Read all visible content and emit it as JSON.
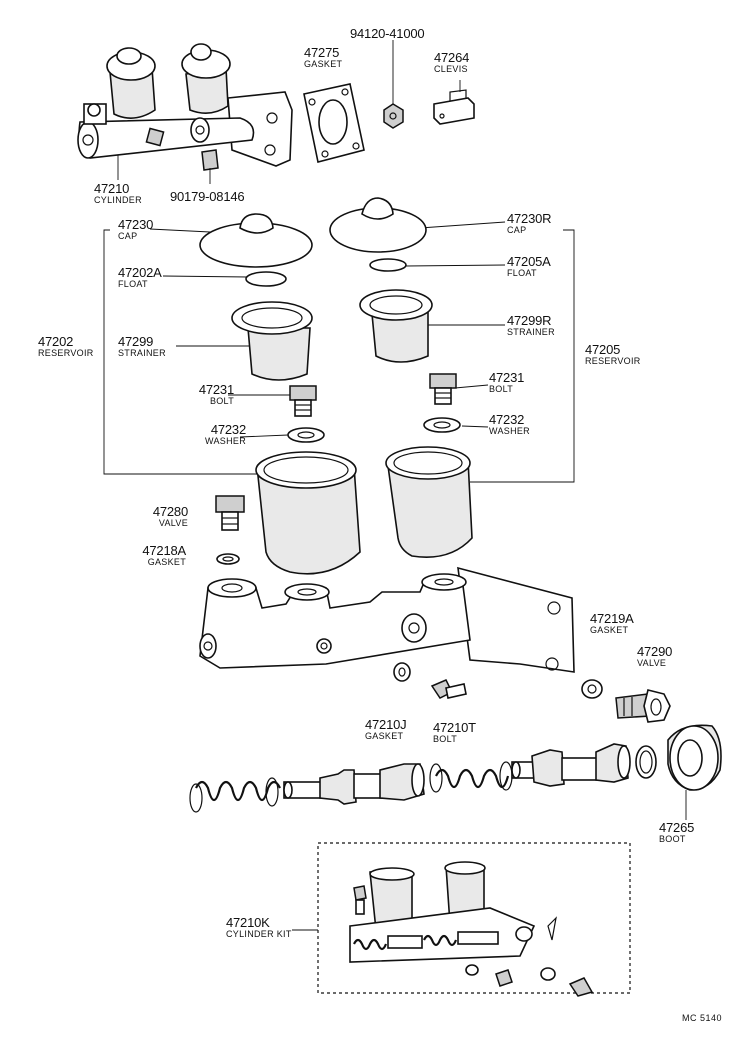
{
  "parts": {
    "p94120": {
      "number": "94120-41000",
      "name": ""
    },
    "p47275": {
      "number": "47275",
      "name": "GASKET"
    },
    "p47264": {
      "number": "47264",
      "name": "CLEVIS"
    },
    "p47210": {
      "number": "47210",
      "name": "CYLINDER"
    },
    "p90179": {
      "number": "90179-08146",
      "name": ""
    },
    "p47230": {
      "number": "47230",
      "name": "CAP"
    },
    "p47230R": {
      "number": "47230R",
      "name": "CAP"
    },
    "p47202A": {
      "number": "47202A",
      "name": "FLOAT"
    },
    "p47205A": {
      "number": "47205A",
      "name": "FLOAT"
    },
    "p47202": {
      "number": "47202",
      "name": "RESERVOIR"
    },
    "p47299": {
      "number": "47299",
      "name": "STRAINER"
    },
    "p47299R": {
      "number": "47299R",
      "name": "STRAINER"
    },
    "p47205": {
      "number": "47205",
      "name": "RESERVOIR"
    },
    "p47231L": {
      "number": "47231",
      "name": "BOLT"
    },
    "p47231R": {
      "number": "47231",
      "name": "BOLT"
    },
    "p47232L": {
      "number": "47232",
      "name": "WASHER"
    },
    "p47232R": {
      "number": "47232",
      "name": "WASHER"
    },
    "p47280": {
      "number": "47280",
      "name": "VALVE"
    },
    "p47218A": {
      "number": "47218A",
      "name": "GASKET"
    },
    "p47219A": {
      "number": "47219A",
      "name": "GASKET"
    },
    "p47290": {
      "number": "47290",
      "name": "VALVE"
    },
    "p47210J": {
      "number": "47210J",
      "name": "GASKET"
    },
    "p47210T": {
      "number": "47210T",
      "name": "BOLT"
    },
    "p47265": {
      "number": "47265",
      "name": "BOOT"
    },
    "p47210K": {
      "number": "47210K",
      "name": "CYLINDER KIT"
    }
  },
  "footer": {
    "code": "MC 5140"
  }
}
